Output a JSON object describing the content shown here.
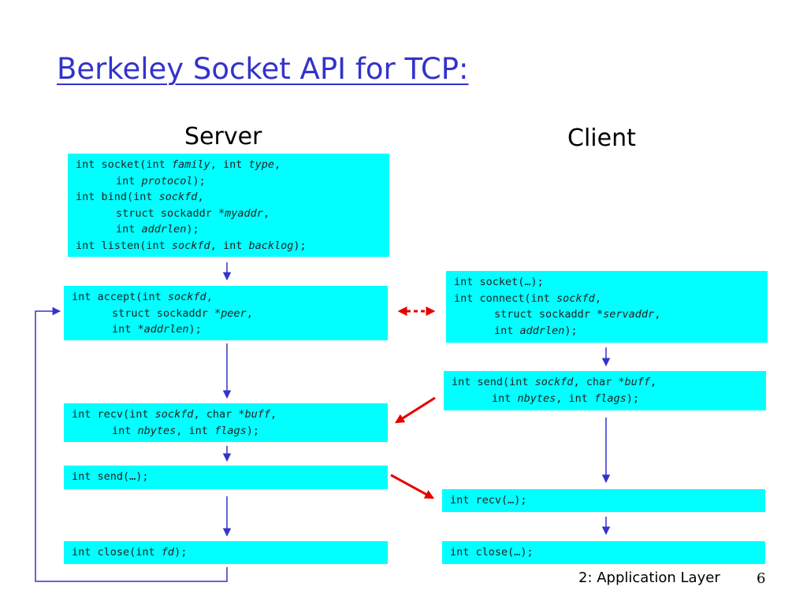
{
  "title": "Berkeley Socket API for TCP:",
  "server": {
    "heading": "Server",
    "setup": {
      "l1": [
        "int socket(int ",
        "family",
        ", int ",
        "type",
        ","
      ],
      "l2": [
        "int ",
        "protocol",
        ");"
      ],
      "l3": [
        "int bind(int ",
        "sockfd",
        ","
      ],
      "l4": [
        "struct sockaddr *",
        "myaddr",
        ","
      ],
      "l5": [
        "int ",
        "addrlen",
        ");"
      ],
      "l6": [
        "int listen(int ",
        "sockfd",
        ", int ",
        "backlog",
        ");"
      ]
    },
    "accept": {
      "l1": [
        "int accept(int ",
        "sockfd",
        ","
      ],
      "l2": [
        "struct sockaddr *",
        "peer",
        ","
      ],
      "l3": [
        "int *",
        "addrlen",
        ");"
      ]
    },
    "recv": {
      "l1": [
        "int recv(int ",
        "sockfd",
        ", char *",
        "buff",
        ","
      ],
      "l2": [
        "int ",
        "nbytes",
        ", int ",
        "flags",
        ");"
      ]
    },
    "send": "int send(…);",
    "close": [
      "int close(int ",
      "fd",
      ");"
    ]
  },
  "client": {
    "heading": "Client",
    "connect": {
      "l1": "int socket(…);",
      "l2": [
        "int connect(int ",
        "sockfd",
        ","
      ],
      "l3": [
        "struct sockaddr *",
        "servaddr",
        ","
      ],
      "l4": [
        "int ",
        "addrlen",
        ");"
      ]
    },
    "send": {
      "l1": [
        "int send(int ",
        "sockfd",
        ", char *",
        "buff",
        ","
      ],
      "l2": [
        "int ",
        "nbytes",
        ", int ",
        "flags",
        ");"
      ]
    },
    "recv": "int recv(…);",
    "close": "int close(…);"
  },
  "footer": {
    "label": "2: Application Layer",
    "page": "6"
  },
  "colors": {
    "box": "#00ffff",
    "flow_arrow": "#3333cc",
    "exchange_arrow": "#e60000",
    "title": "#3333cc"
  }
}
